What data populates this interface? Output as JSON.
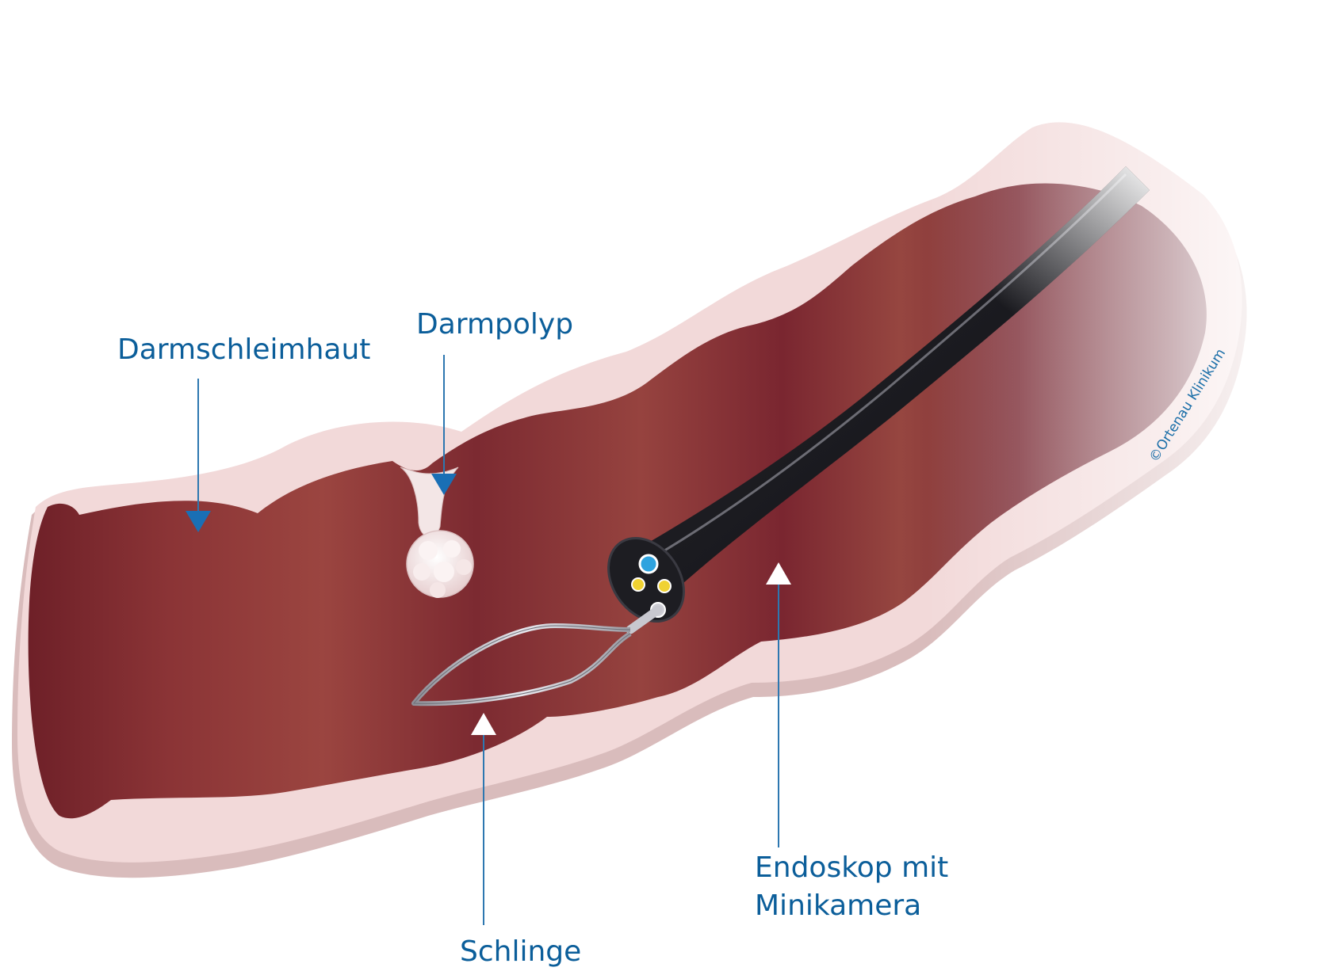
{
  "labels": {
    "darmschleimhaut": "Darmschleimhaut",
    "darmpolyp": "Darmpolyp",
    "schlinge": "Schlinge",
    "endoskop_line1": "Endoskop mit",
    "endoskop_line2": "Minikamera"
  },
  "copyright": "©Ortenau Klinikum",
  "colors": {
    "label_text": "#0b5e9a",
    "arrow_blue": "#1a6fb5",
    "arrow_white": "#ffffff",
    "leader_line": "#2d77b0",
    "colon_tissue": "#8e3b3b",
    "colon_outer_wall": "#f0d5d5",
    "endoscope": "#141418",
    "polyp": "#f6eaea",
    "snare": "#b9b9c0"
  },
  "icons": {
    "endoscope_lens_center": "blue-lens-icon",
    "endoscope_lights": "yellow-light-icon"
  }
}
